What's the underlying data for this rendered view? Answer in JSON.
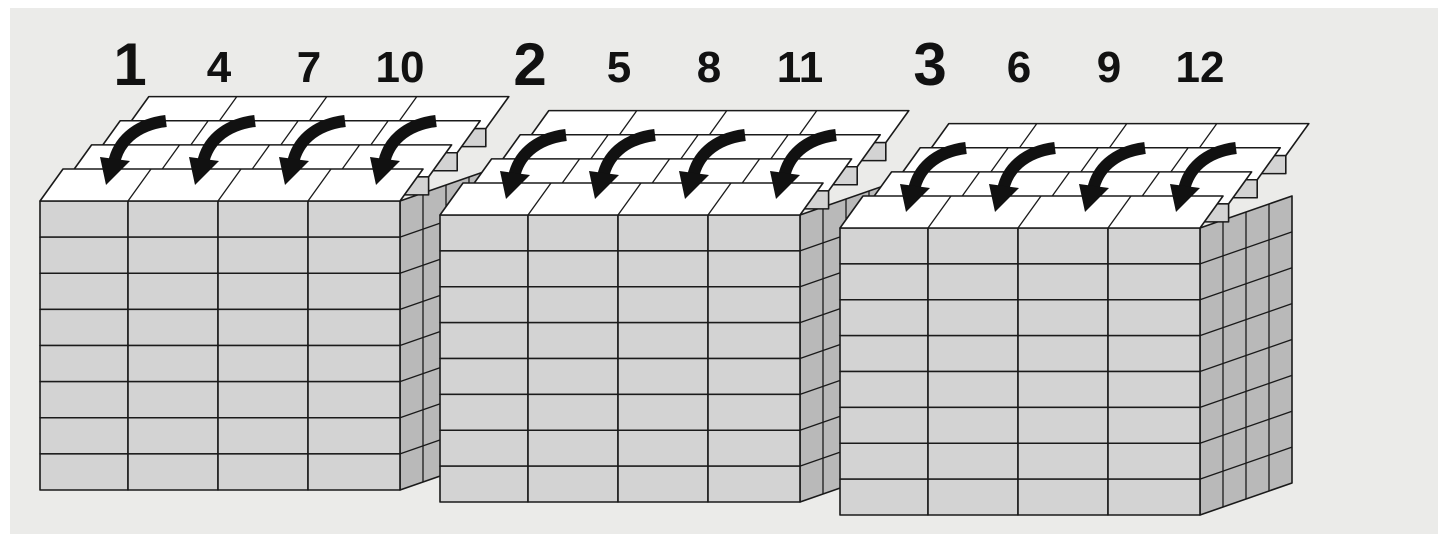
{
  "colors": {
    "background": "#ebebe9",
    "block_face": "#d3d3d3",
    "block_top": "#ffffff",
    "block_side": "#b9b9b9",
    "outline": "#1a1a1a",
    "arrow": "#111111"
  },
  "stacks": [
    {
      "name": "stack-1",
      "labels": [
        {
          "text": "1",
          "emphasis": true
        },
        {
          "text": "4"
        },
        {
          "text": "7"
        },
        {
          "text": "10"
        }
      ]
    },
    {
      "name": "stack-2",
      "labels": [
        {
          "text": "2",
          "emphasis": true
        },
        {
          "text": "5"
        },
        {
          "text": "8"
        },
        {
          "text": "11"
        }
      ]
    },
    {
      "name": "stack-3",
      "labels": [
        {
          "text": "3",
          "emphasis": true
        },
        {
          "text": "6"
        },
        {
          "text": "9"
        },
        {
          "text": "12"
        }
      ]
    }
  ]
}
